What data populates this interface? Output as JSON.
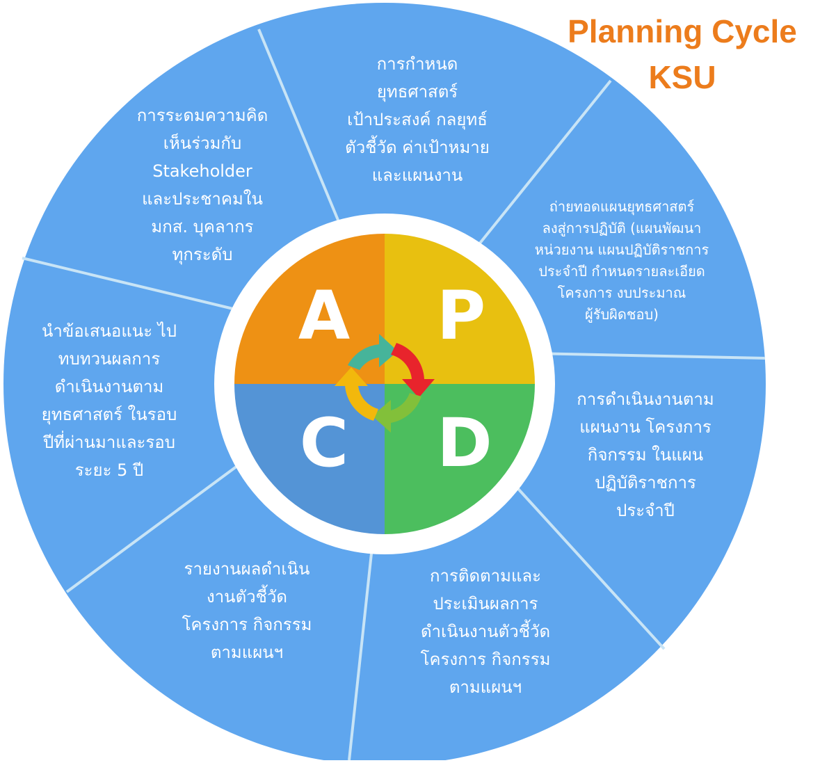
{
  "title": {
    "line1": "Planning Cycle",
    "line2": "KSU"
  },
  "colors": {
    "ring": "#5fa6ee",
    "divider": "#c8e4f6",
    "inner_bg": "#ffffff",
    "quadrant_a": "#ee9114",
    "quadrant_p": "#e8c010",
    "quadrant_c": "#5494d6",
    "quadrant_d": "#4cbe5e",
    "title": "#ec7c1c",
    "arrow_teal": "#46b49a",
    "arrow_red": "#e8242c",
    "arrow_green": "#82c03a",
    "arrow_yellow": "#f2b80c"
  },
  "pdca": {
    "a": "A",
    "p": "P",
    "c": "C",
    "d": "D"
  },
  "segments": [
    {
      "id": "plan-strategy",
      "lines": [
        "การกำหนด",
        "ยุทธศาสตร์",
        "เป้าประสงค์ กลยุทธ์",
        "ตัวชี้วัด ค่าเป้าหมาย",
        "และแผนงาน"
      ]
    },
    {
      "id": "deploy-plan",
      "lines": [
        "ถ่ายทอดแผนยุทธศาสตร์",
        "ลงสู่การปฏิบัติ (แผนพัฒนา",
        "หน่วยงาน แผนปฏิบัติราชการ",
        "ประจำปี กำหนดรายละเอียด",
        "โครงการ งบประมาณ",
        "ผู้รับผิดชอบ)"
      ]
    },
    {
      "id": "do-operations",
      "lines": [
        "การดำเนินงานตาม",
        "แผนงาน โครงการ",
        "กิจกรรม ในแผน",
        "ปฏิบัติราชการ",
        "ประจำปี"
      ]
    },
    {
      "id": "monitor-evaluate",
      "lines": [
        "การติดตามและ",
        "ประเมินผลการ",
        "ดำเนินงานตัวชี้วัด",
        "โครงการ กิจกรรม",
        "ตามแผนฯ"
      ]
    },
    {
      "id": "report-results",
      "lines": [
        "รายงานผลดำเนิน",
        "งานตัวชี้วัด",
        "โครงการ กิจกรรม",
        "ตามแผนฯ"
      ]
    },
    {
      "id": "review-suggestions",
      "lines": [
        "นำข้อเสนอแนะ ไป",
        "ทบทวนผลการ",
        "ดำเนินงานตาม",
        "ยุทธศาสตร์ ในรอบ",
        "ปีที่ผ่านมาและรอบ",
        "ระยะ 5 ปี"
      ]
    },
    {
      "id": "brainstorm-stakeholder",
      "lines": [
        "การระดมความคิด",
        "เห็นร่วมกับ",
        "Stakeholder",
        "และประชาคมใน",
        "มกส. บุคลากร",
        "ทุกระดับ"
      ]
    }
  ]
}
